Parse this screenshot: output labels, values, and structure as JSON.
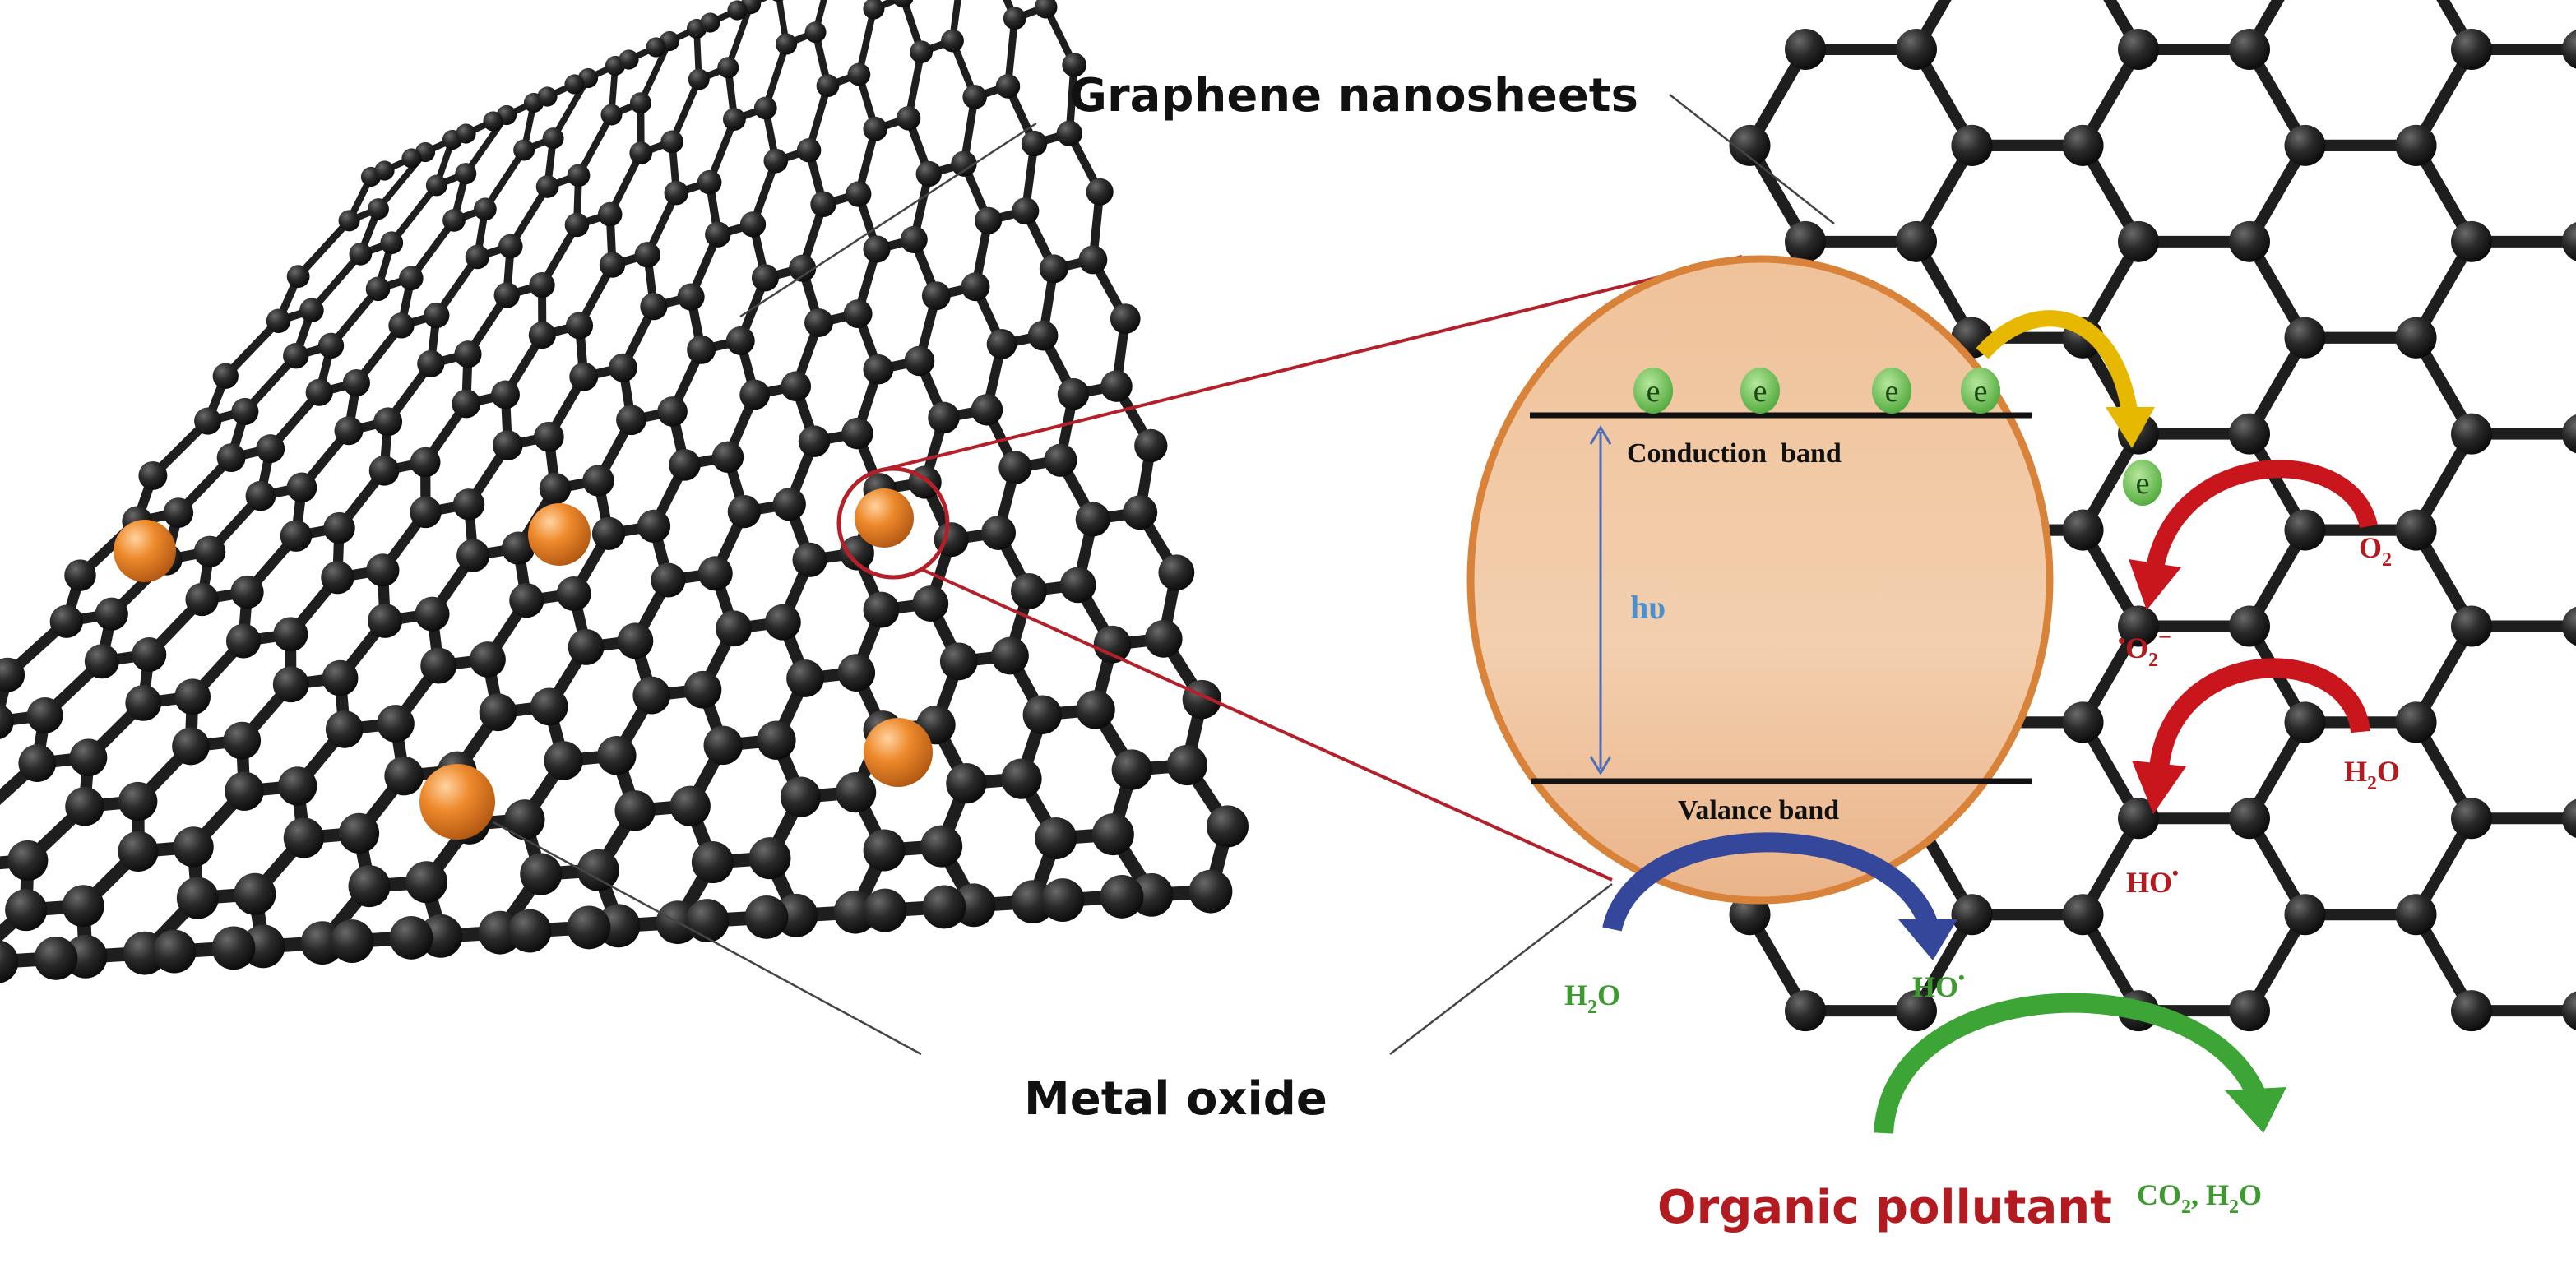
{
  "labels": {
    "graphene": "Graphene nanosheets",
    "metal_oxide": "Metal oxide",
    "organic_pollutant": "Organic pollutant",
    "conduction_band": "Conduction  band",
    "valance_band": "Valance band",
    "photon": "hυ",
    "electron": "e"
  },
  "species": {
    "o2": {
      "base": "O",
      "sub": "2"
    },
    "superoxide": {
      "dot": "•",
      "base": "O",
      "sub": "2",
      "sup": "−"
    },
    "h2o_right": {
      "base": "H",
      "sub": "2",
      "tail": "O"
    },
    "hydroxyl_right": {
      "base": "HO",
      "sup": "•"
    },
    "h2o_bottom": {
      "base": "H",
      "sub": "2",
      "tail": "O"
    },
    "hydroxyl_bottom": {
      "base": "HO",
      "sup": "•"
    },
    "products": {
      "a": "CO",
      "a_sub": "2",
      "b": ", H",
      "b_sub": "2",
      "c": "O"
    }
  },
  "colors": {
    "lattice": "#1e1e1e",
    "metal_oxide_particle": "#e0741c",
    "circle_fill": "#efc49c",
    "circle_stroke": "#d8823a",
    "zoom_line": "#b3202a",
    "electron": "#6ec04a",
    "arrow_red": "#c8161c",
    "arrow_yellow": "#e6b800",
    "arrow_blue": "#34479a",
    "arrow_green": "#3ca535",
    "text_red": "#b31b21",
    "text_green": "#3c9a2f",
    "photon_blue": "#4a8fd0"
  }
}
